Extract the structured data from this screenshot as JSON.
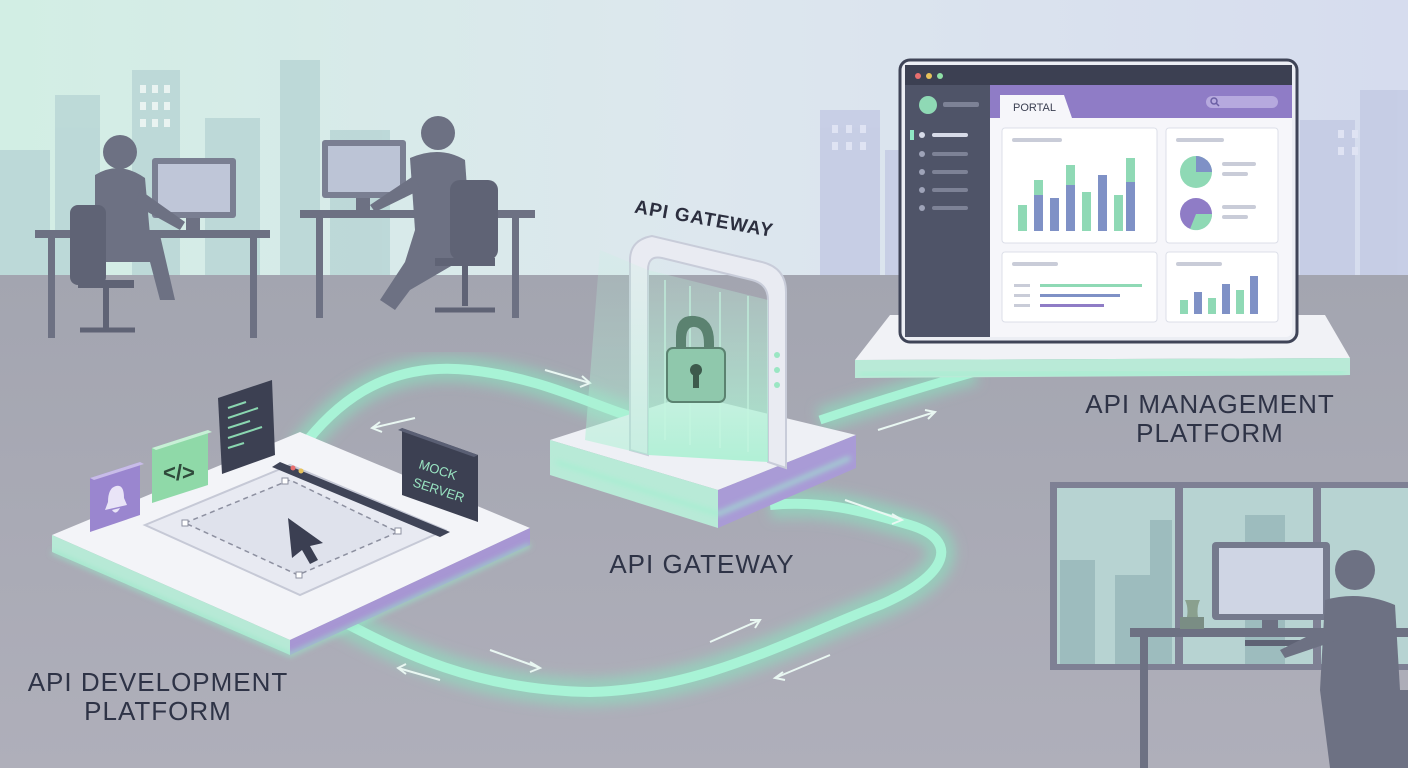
{
  "labels": {
    "dev_platform_line1": "API DEVELOPMENT",
    "dev_platform_line2": "PLATFORM",
    "mgmt_platform_line1": "API MANAGEMENT",
    "mgmt_platform_line2": "PLATFORM",
    "gateway_bottom": "API GATEWAY",
    "gateway_top": "API GATEWAY",
    "portal_tab": "PORTAL",
    "mock_server_line1": "MOCK",
    "mock_server_line2": "SERVER"
  },
  "icons": [
    "lock-icon",
    "code-icon",
    "cursor-icon",
    "bell-icon",
    "search-icon",
    "window-dots-icon"
  ],
  "colors": {
    "background_sky": "#dde8ee",
    "floor": "#a8a9b4",
    "silhouette": "#6f7486",
    "glow_green": "#8fe8c4",
    "accent_purple": "#8f7cc6",
    "platform_white": "#f3f4f8",
    "label_text": "#2e3346"
  }
}
